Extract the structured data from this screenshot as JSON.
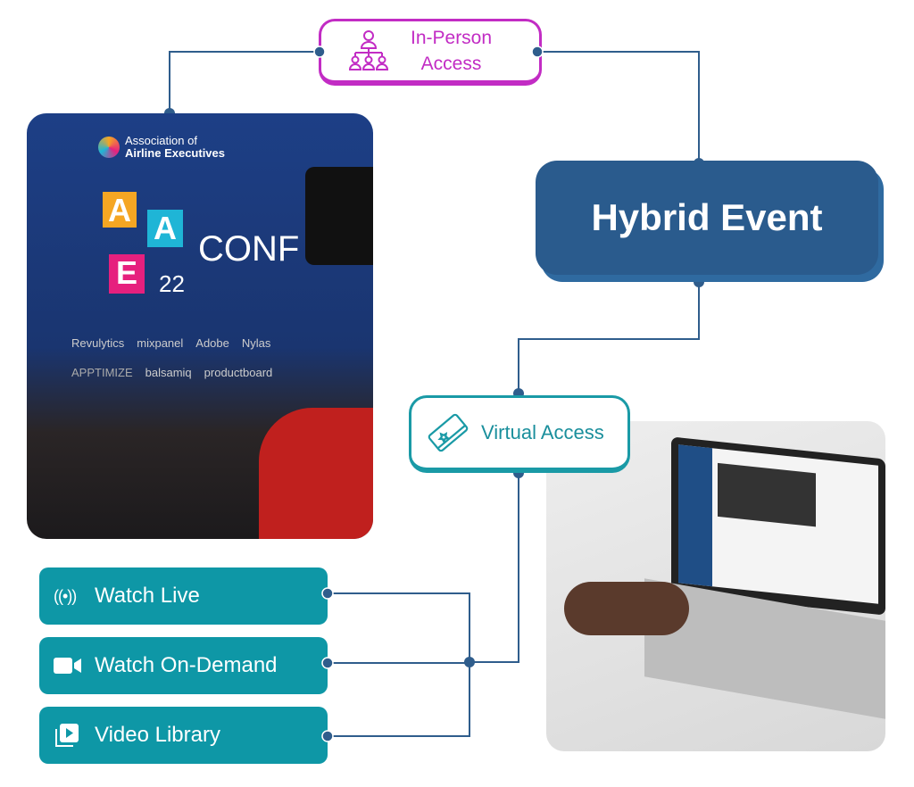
{
  "diagram": {
    "title": "Hybrid Event",
    "in_person": {
      "label_line1": "In-Person",
      "label_line2": "Access",
      "icon": "people-hierarchy-icon",
      "color": "#c22cc4"
    },
    "virtual": {
      "label": "Virtual Access",
      "icon": "ticket-icon",
      "color": "#1a9aa6"
    },
    "options": [
      {
        "label": "Watch Live",
        "icon": "broadcast-icon"
      },
      {
        "label": "Watch On-Demand",
        "icon": "video-camera-icon"
      },
      {
        "label": "Video Library",
        "icon": "video-library-icon"
      }
    ],
    "colors": {
      "hybrid": "#2a5b8d",
      "connector": "#2f5d8c",
      "option": "#0e97a6"
    }
  },
  "event_photo": {
    "org_line1": "Association of",
    "org_line2": "Airline Executives",
    "letters": [
      "A",
      "A",
      "E"
    ],
    "year": "22",
    "stage_text": "CONF",
    "sponsors": [
      "Revulytics",
      "mixpanel",
      "Adobe",
      "Nylas",
      "APPTIMIZE",
      "balsamiq",
      "productboard"
    ]
  }
}
